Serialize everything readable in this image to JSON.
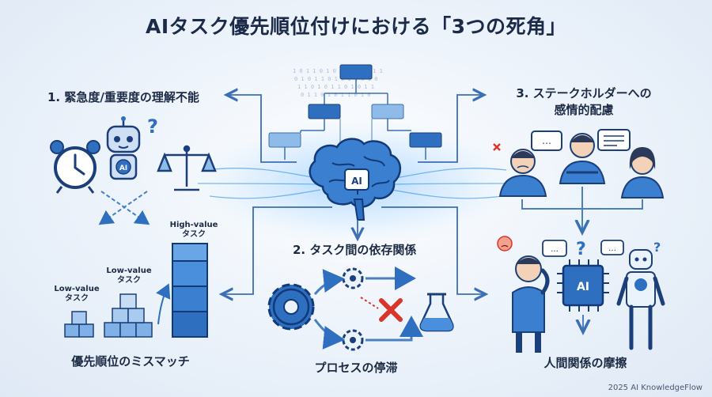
{
  "title": "AIタスク優先順位付けにおける「3つの死角」",
  "sections": {
    "s1": {
      "title": "1. 緊急度/重要度の理解不能",
      "caption": "優先順位のミスマッチ"
    },
    "s2": {
      "title": "2. タスク間の依存関係",
      "caption": "プロセスの停滞"
    },
    "s3": {
      "title_line1": "3. ステークホルダーへの",
      "title_line2": "感情的配慮",
      "caption": "人間関係の摩擦"
    }
  },
  "labels": {
    "high_value_en": "High-value",
    "high_value_jp": "タスク",
    "low_value_mid_en": "Low-value",
    "low_value_mid_jp": "タスク",
    "low_value_en": "Low-value",
    "low_value_jp": "タスク"
  },
  "center_brain_text": "AI",
  "robot_badge_text": "AI",
  "chip_text": "AI",
  "footer": "2025 AI KnowledgeFlow",
  "colors": {
    "primary": "#2f6fc0",
    "dark": "#1b3f7a",
    "light": "#7fb0e6",
    "alert": "#d9362b"
  }
}
